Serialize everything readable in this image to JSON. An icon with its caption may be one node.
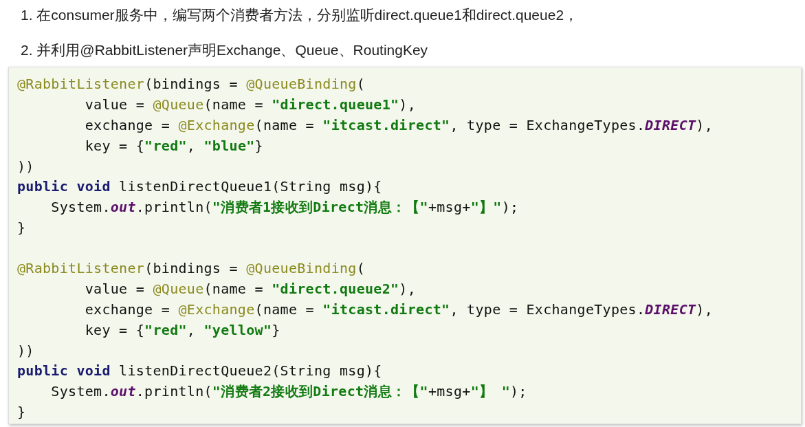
{
  "diagram": {
    "labels": [
      "1. 在consumer服务中，编写两个消费者方法，分别监听direct.queue1和direct.queue2，",
      "2. 并利用@RabbitListener声明Exchange、Queue、RoutingKey",
      "@RabbitListener(bindings = @QueueBinding(",
      "value = @Queue(name = \"direct.queue1\"),",
      "exchange = @Exchange(name = \"itcast.direct\", type = ExchangeTypes.DIRECT),",
      "key = {\"red\", \"blue\"}",
      "))",
      "public void listenDirectQueue1(String msg){",
      "System.out.println(\"消费者1接收到Direct消息：【\"+msg+\"】\");",
      "}",
      "@RabbitListener(bindings = @QueueBinding(",
      "value = @Queue(name = \"direct.queue2\"),",
      "exchange = @Exchange(name = \"itcast.direct\", type = ExchangeTypes.DIRECT),",
      "key = {\"red\", \"yellow\"}",
      "))",
      "public void listenDirectQueue2(String msg){",
      "System.out.println(\"消费者2接收到Direct消息：【\"+msg+\"】 \");",
      "}"
    ]
  }
}
